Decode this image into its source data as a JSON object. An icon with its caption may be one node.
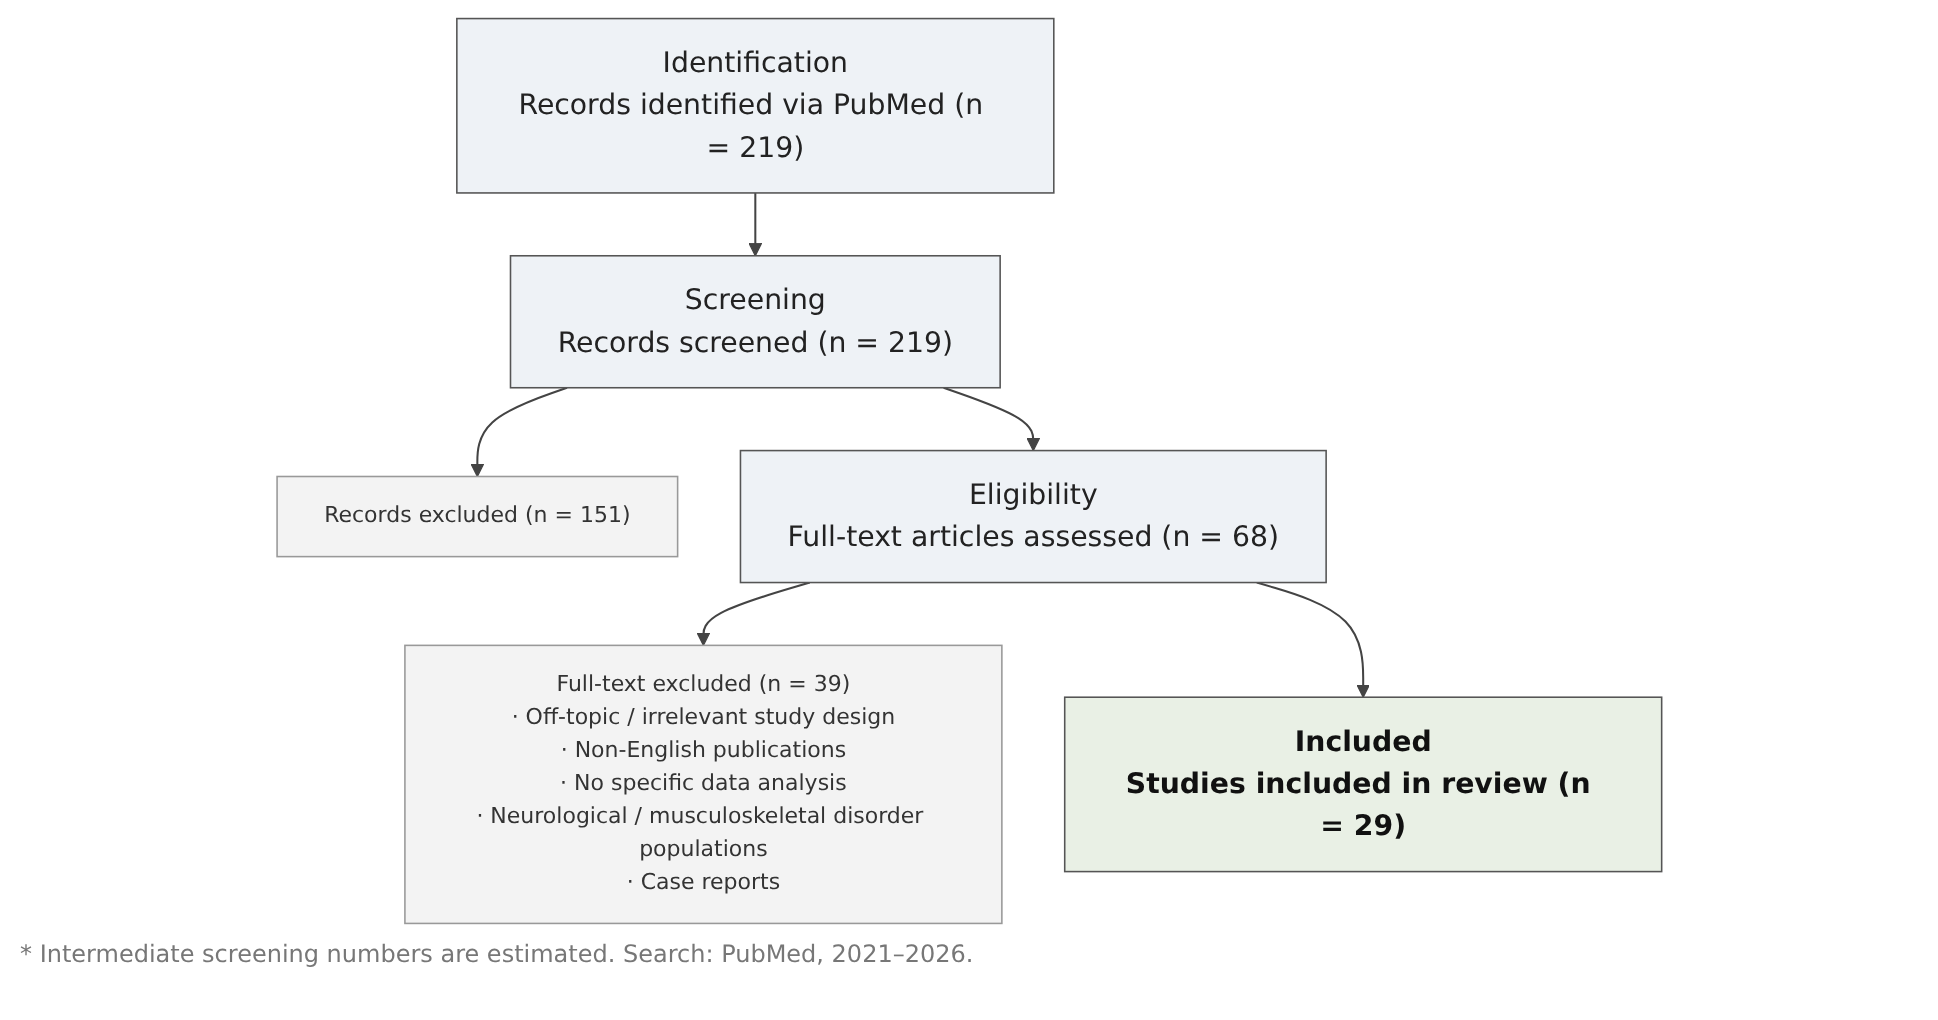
{
  "diagram": {
    "nodes": [
      {
        "text": [
          "Identification",
          "Records identified via PubMed (n = 219)"
        ]
      },
      {
        "text": [
          "Screening",
          "Records screened (n = 219)"
        ]
      },
      {
        "text": [
          "Records excluded (n = 151)"
        ]
      },
      {
        "text": [
          "Eligibility",
          "Full-text articles assessed (n = 68)"
        ]
      },
      {
        "text": [
          "Full-text excluded (n = 39)",
          "· Off-topic / irrelevant study design",
          "· Non-English publications",
          "· No specific data analysis",
          "· Neurological / musculoskeletal disorder populations",
          "· Case reports"
        ]
      },
      {
        "text": [
          "Included",
          "Studies included in review (n = 29)"
        ]
      }
    ],
    "edges": [
      {
        "from": 0,
        "to": 1,
        "arrow": "to"
      },
      {
        "from": 1,
        "to": 2,
        "arrow": "to"
      },
      {
        "from": 1,
        "to": 3,
        "arrow": "to"
      },
      {
        "from": 3,
        "to": 4,
        "arrow": "to"
      },
      {
        "from": 3,
        "to": 5,
        "arrow": "to"
      }
    ],
    "caption": "* Intermediate screening numbers are estimated. Search: PubMed, 2021–2026."
  }
}
